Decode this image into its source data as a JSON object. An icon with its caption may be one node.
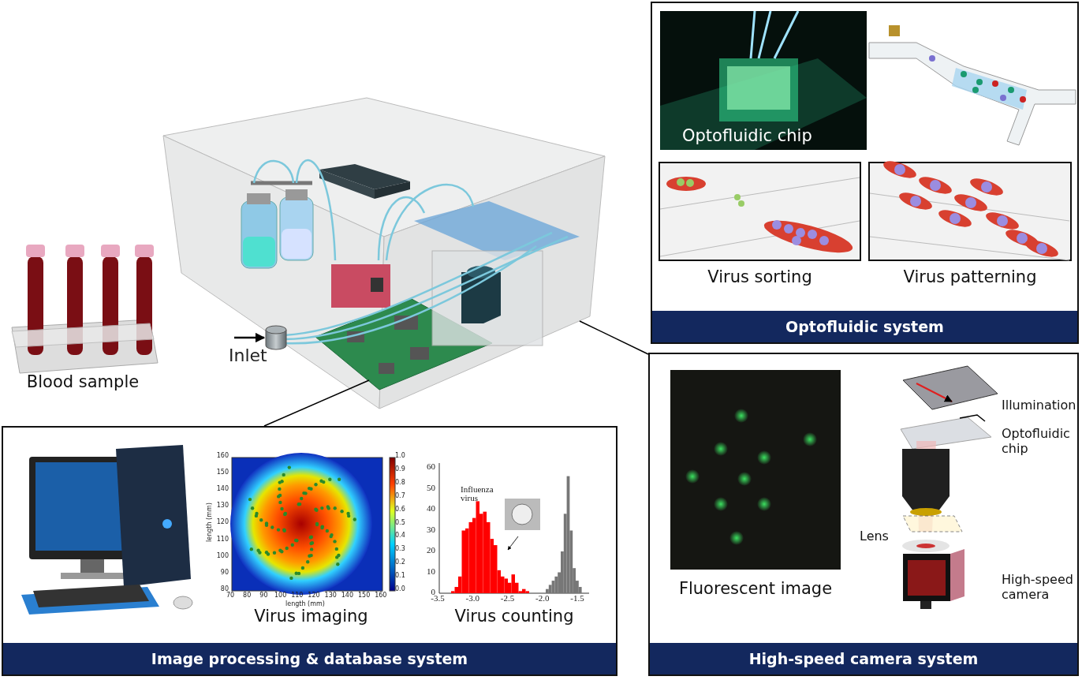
{
  "diagram": {
    "nodes": [
      {
        "text": [],
        "shape": "picture"
      },
      {
        "text": [],
        "shape": "cylinder",
        "in": 0
      },
      {
        "text": [
          "Blood sample"
        ]
      },
      {
        "text": [
          "Optofluidic system"
        ]
      },
      {
        "text": [
          "Optofluidic chip"
        ],
        "in": 3
      },
      {
        "text": [],
        "shape": "picture",
        "in": 3
      },
      {
        "text": [
          "Virus sorting"
        ],
        "in": 3
      },
      {
        "text": [
          "Virus patterning"
        ],
        "in": 3
      },
      {
        "text": [
          "High-speed camera system"
        ]
      },
      {
        "text": [
          "Fluorescent image"
        ],
        "in": 8
      },
      {
        "text": [],
        "shape": "picture",
        "in": 8,
        "beside": [
          "Illumination",
          "Optofluidic chip",
          "Lens",
          "High-speed camera"
        ]
      },
      {
        "text": [
          "Image processing & database system"
        ]
      },
      {
        "text": [],
        "shape": "picture",
        "in": 11
      },
      {
        "text": [
          "Virus imaging"
        ],
        "in": 11
      },
      {
        "text": [
          "Virus counting"
        ],
        "in": 11
      }
    ],
    "edges": [
      {
        "from": null,
        "to": 1,
        "arrow": "to"
      },
      {
        "from": 0,
        "to": 11,
        "arrow": "none"
      },
      {
        "from": 0,
        "to": 8,
        "arrow": "none"
      }
    ],
    "labels": [
      "Inlet",
      "160",
      "150",
      "140",
      "130",
      "120",
      "110",
      "100",
      "90",
      "80",
      "length (mm)",
      "70",
      "80",
      "90",
      "100",
      "110",
      "120",
      "130",
      "140",
      "150",
      "160",
      "length (mm)",
      "1.0",
      "0.9",
      "0.8",
      "0.7",
      "0.6",
      "0.5",
      "0.4",
      "0.3",
      "0.2",
      "0.1",
      "0.0",
      "Influenza virus",
      "60",
      "50",
      "40",
      "30",
      "20",
      "10",
      "0",
      "-3.5",
      "-3.0",
      "-2.5",
      "-2.0",
      "-1.5"
    ]
  }
}
